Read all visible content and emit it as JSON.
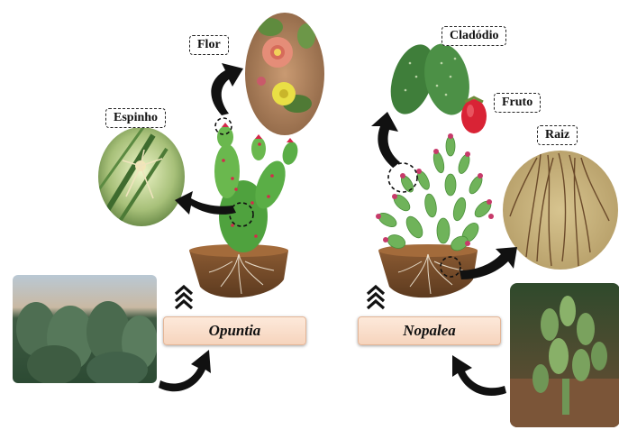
{
  "labels": {
    "flor": "Flor",
    "espinho": "Espinho",
    "cladodio": "Cladódio",
    "fruto": "Fruto",
    "raiz": "Raiz"
  },
  "genera": {
    "left": "Opuntia",
    "right": "Nopalea"
  }
}
